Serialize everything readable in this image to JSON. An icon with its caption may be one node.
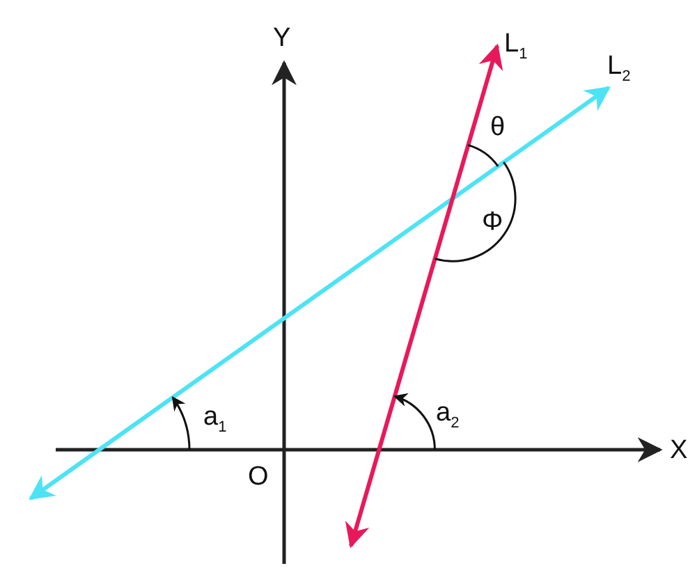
{
  "diagram": {
    "labels": [
      "Y",
      "L$_{1}$",
      "L$_{2}$",
      "θ",
      "Φ",
      "a$_{1}$",
      "a$_{2}$",
      "O",
      "X"
    ]
  }
}
